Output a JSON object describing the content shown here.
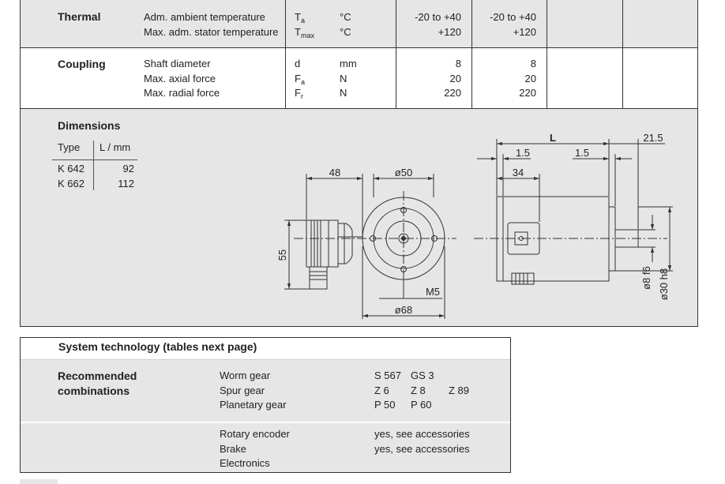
{
  "specs": {
    "thermal": {
      "title": "Thermal",
      "rows": [
        {
          "label": "Adm. ambient temperature",
          "sym": "T",
          "sub": "a",
          "unit": "°C",
          "v1": "-20 to +40",
          "v2": "-20 to +40"
        },
        {
          "label": "Max. adm. stator temperature",
          "sym": "T",
          "sub": "max",
          "unit": "°C",
          "v1": "+120",
          "v2": "+120"
        }
      ]
    },
    "coupling": {
      "title": "Coupling",
      "rows": [
        {
          "label": "Shaft diameter",
          "sym": "d",
          "sub": "",
          "unit": "mm",
          "v1": "8",
          "v2": "8"
        },
        {
          "label": "Max. axial force",
          "sym": "F",
          "sub": "a",
          "unit": "N",
          "v1": "20",
          "v2": "20"
        },
        {
          "label": "Max. radial force",
          "sym": "F",
          "sub": "r",
          "unit": "N",
          "v1": "220",
          "v2": "220"
        }
      ]
    }
  },
  "dimensions": {
    "title": "Dimensions",
    "col_type": "Type",
    "col_len": "L / mm",
    "rows": [
      {
        "type": "K 642",
        "len": "92"
      },
      {
        "type": "K 662",
        "len": "112"
      }
    ],
    "drawing": {
      "d48": "48",
      "d50": "ø50",
      "d55": "55",
      "m5": "M5",
      "d68": "ø68",
      "L": "L",
      "d15a": "1.5",
      "d15b": "1.5",
      "d215": "21.5",
      "d34": "34",
      "d8f6": "ø8 f6",
      "d30h8": "ø30 h8"
    }
  },
  "system": {
    "title": "System technology (tables next page)",
    "rec_title_1": "Recommended",
    "rec_title_2": "combinations",
    "gears": [
      {
        "label": "Worm gear",
        "values": [
          "S 567",
          "GS 3",
          ""
        ]
      },
      {
        "label": "Spur gear",
        "values": [
          "Z 6",
          "Z 8",
          "Z 89"
        ]
      },
      {
        "label": "Planetary gear",
        "values": [
          "P 50",
          "P 60",
          ""
        ]
      }
    ],
    "extras": [
      {
        "label": "Rotary encoder",
        "value": "yes, see accessories"
      },
      {
        "label": "Brake",
        "value": "yes, see accessories"
      },
      {
        "label": "Electronics",
        "value": ""
      }
    ]
  }
}
